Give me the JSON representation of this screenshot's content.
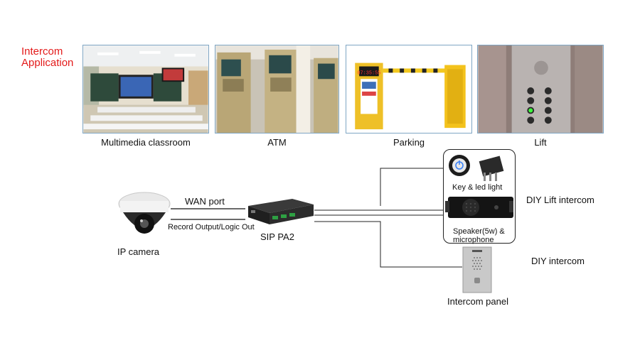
{
  "header": {
    "line1": "Intercom",
    "line2": "Application",
    "color": "#e31a1a"
  },
  "applications": [
    {
      "caption": "Multimedia classroom",
      "icon": "classroom-photo"
    },
    {
      "caption": "ATM",
      "icon": "atm-photo"
    },
    {
      "caption": "Parking",
      "icon": "parking-barrier-photo"
    },
    {
      "caption": "Lift",
      "icon": "lift-panel-photo"
    }
  ],
  "diagram": {
    "camera_label": "IP camera",
    "wan_label": "WAN port",
    "record_label": "Record Output/Logic Out",
    "device_label": "SIP PA2",
    "key_label": "Key & led light",
    "speaker_label_1": "Speaker(5w) &",
    "speaker_label_2": "microphone",
    "diy_lift_label": "DIY Lift intercom",
    "diy_intercom_label": "DIY  intercom",
    "panel_label": "Intercom panel",
    "parking_display": "07:35:55"
  }
}
